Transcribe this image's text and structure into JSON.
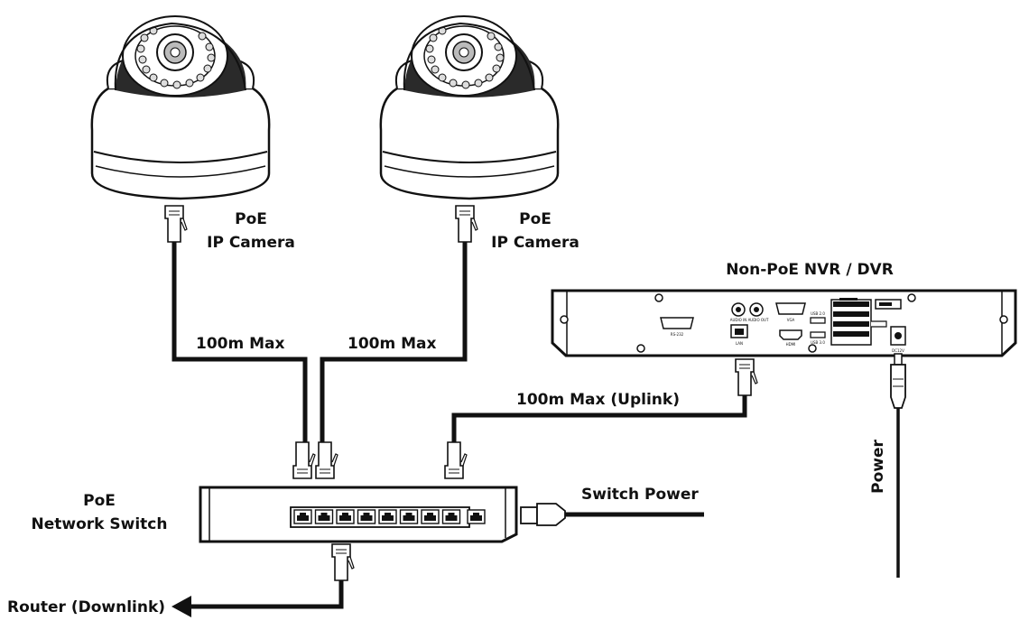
{
  "cameras": [
    {
      "label_line1": "PoE",
      "label_line2": "IP Camera"
    },
    {
      "label_line1": "PoE",
      "label_line2": "IP Camera"
    }
  ],
  "cables": {
    "camera1": "100m Max",
    "camera2": "100m Max",
    "uplink": "100m Max (Uplink)"
  },
  "nvr": {
    "title": "Non-PoE NVR / DVR",
    "panel_labels": [
      "RS-232",
      "LAN",
      "VGA",
      "HDMI",
      "AUDIO IN",
      "AUDIO OUT",
      "USB 2.0",
      "USB 3.0",
      "DC12V"
    ]
  },
  "switch": {
    "label_line1": "PoE",
    "label_line2": "Network Switch",
    "power_label": "Switch Power",
    "port_count": 8,
    "uplink_port_count": 1
  },
  "power_label": "Power",
  "router_label": "Router (Downlink)"
}
